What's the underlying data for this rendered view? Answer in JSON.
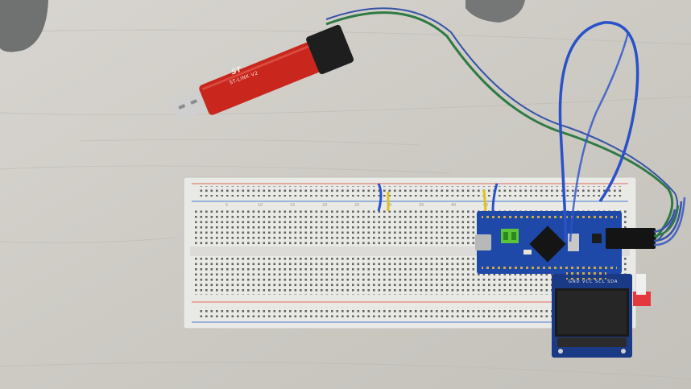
{
  "scene": {
    "background_color": "#cfccc6",
    "objects": [
      {
        "name": "ST-LINK V2 programmer",
        "color": "#c9261d"
      },
      {
        "name": "solderless breadboard",
        "color": "#e9e9e6"
      },
      {
        "name": "STM32 blue pill board",
        "color": "#1f49a8"
      },
      {
        "name": "OLED display module",
        "color": "#1b3a86"
      },
      {
        "name": "jumper wires",
        "colors": [
          "#2a52c8",
          "#2e7a3e"
        ]
      }
    ]
  },
  "labels": {
    "stlink_logo": "ST",
    "stlink_name": "ST-LINK V2",
    "oled_pins": "GND VCC SCL SDA"
  }
}
